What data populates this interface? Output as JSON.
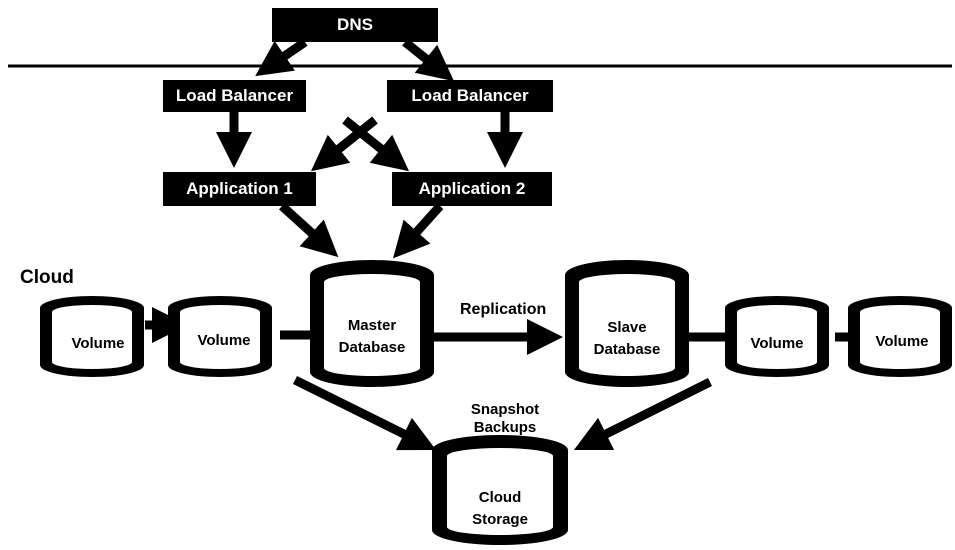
{
  "dns": {
    "label": "DNS"
  },
  "load_balancers": [
    {
      "label": "Load Balancer"
    },
    {
      "label": "Load Balancer"
    }
  ],
  "applications": [
    {
      "label": "Application 1"
    },
    {
      "label": "Application 2"
    }
  ],
  "cloud_label": "Cloud",
  "master_db": {
    "line1": "Master",
    "line2": "Database"
  },
  "slave_db": {
    "line1": "Slave",
    "line2": "Database"
  },
  "replication_label": "Replication",
  "volumes": [
    "Volume",
    "Volume",
    "Volume",
    "Volume"
  ],
  "snapshot_label": {
    "line1": "Snapshot",
    "line2": "Backups"
  },
  "cloud_storage": {
    "line1": "Cloud",
    "line2": "Storage"
  }
}
